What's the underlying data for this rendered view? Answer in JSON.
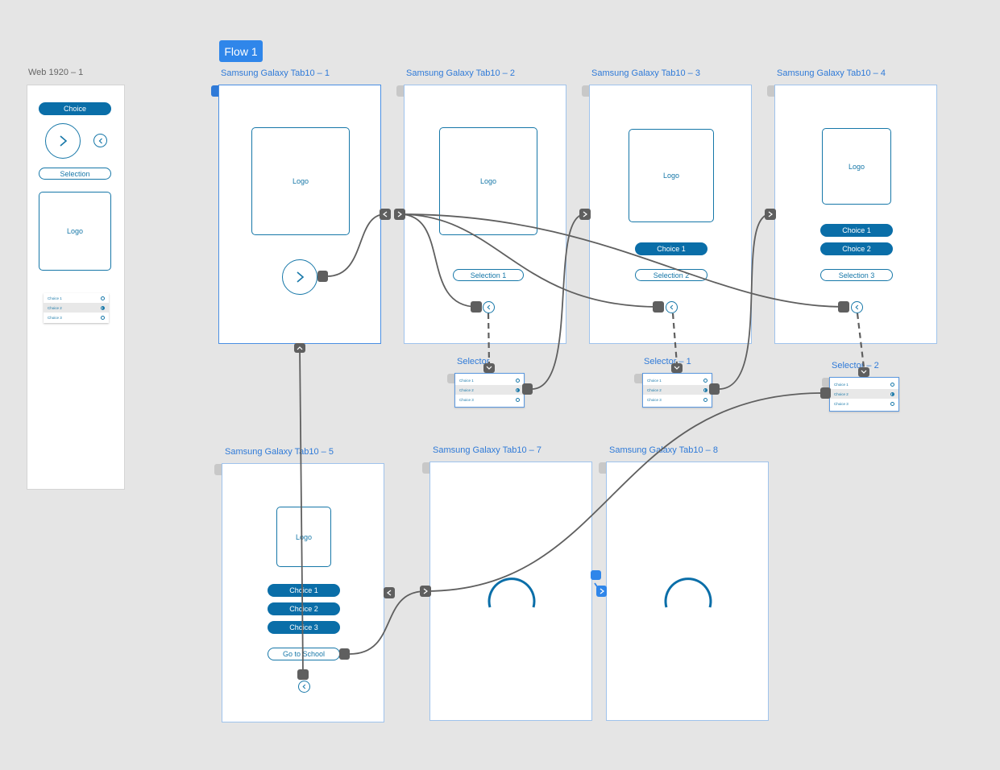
{
  "flow_label": "Flow 1",
  "web": {
    "title": "Web 1920 – 1",
    "choice_label": "Choice",
    "selection_label": "Selection",
    "logo_label": "Logo",
    "mini_list": [
      "Choice 1",
      "Choice 2",
      "Choice 3"
    ]
  },
  "screens": {
    "s1": {
      "title": "Samsung Galaxy Tab10 – 1",
      "logo": "Logo"
    },
    "s2": {
      "title": "Samsung Galaxy Tab10 – 2",
      "logo": "Logo",
      "selection": "Selection 1"
    },
    "s3": {
      "title": "Samsung Galaxy Tab10 – 3",
      "logo": "Logo",
      "choice": "Choice 1",
      "selection": "Selection 2"
    },
    "s4": {
      "title": "Samsung Galaxy Tab10 – 4",
      "logo": "Logo",
      "choice1": "Choice 1",
      "choice2": "Choice 2",
      "selection": "Selection 3"
    },
    "s5": {
      "title": "Samsung Galaxy Tab10 – 5",
      "logo": "Logo",
      "choice1": "Choice 1",
      "choice2": "Choice 2",
      "choice3": "Choice 3",
      "go": "Go to School"
    },
    "s7": {
      "title": "Samsung Galaxy Tab10 – 7"
    },
    "s8": {
      "title": "Samsung Galaxy Tab10 – 8"
    }
  },
  "selectors": {
    "sel0": {
      "title": "Selector",
      "rows": [
        "Choice 1",
        "Choice 2",
        "Choice 3"
      ],
      "selected": 1
    },
    "sel1": {
      "title": "Selector – 1",
      "rows": [
        "Choice 1",
        "Choice 2",
        "Choice 3"
      ],
      "selected": 1
    },
    "sel2": {
      "title": "Selector – 2",
      "rows": [
        "Choice 1",
        "Choice 2",
        "Choice 3"
      ],
      "selected": 1
    }
  },
  "colors": {
    "canvas": "#e5e5e5",
    "brand_blue": "#0a6ea8",
    "title_blue": "#2f7ad8",
    "wire": "#5f5f5f"
  }
}
